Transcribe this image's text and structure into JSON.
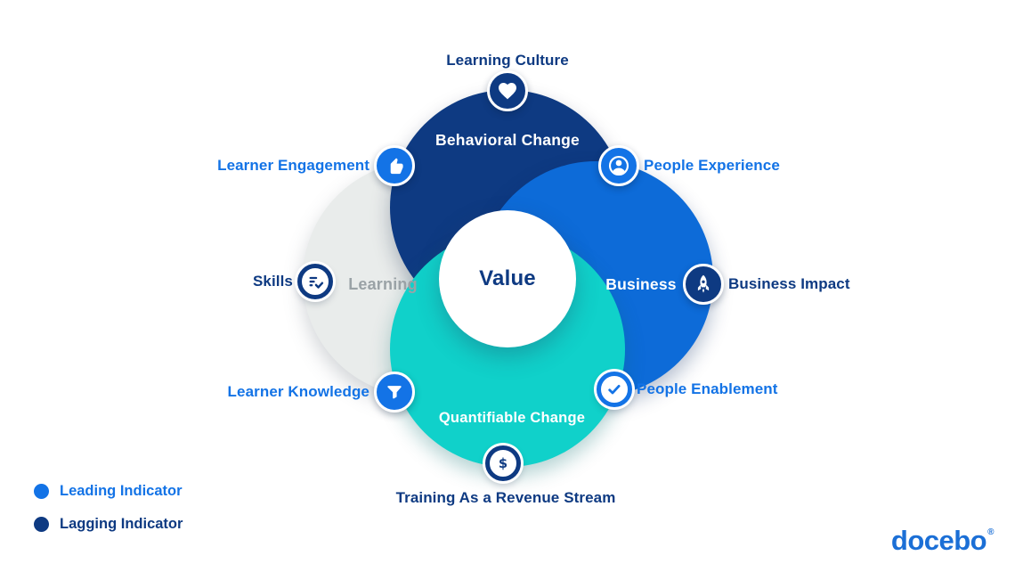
{
  "diagram": {
    "value_label": "Value",
    "petals": {
      "top": {
        "label": "Behavioral Change",
        "color": "#0e3a82"
      },
      "left": {
        "label": "Learning",
        "color": "#e9eceb"
      },
      "right": {
        "label": "Business",
        "color": "#0d6bd8"
      },
      "bottom": {
        "label": "Quantifiable Change",
        "color": "#10d1ca"
      }
    },
    "indicators": {
      "learning_culture": {
        "label": "Learning Culture",
        "icon": "heart-icon",
        "indicator_type": "lagging"
      },
      "learner_engagement": {
        "label": "Learner Engagement",
        "icon": "thumbs-up-icon",
        "indicator_type": "leading"
      },
      "people_experience": {
        "label": "People Experience",
        "icon": "person-icon",
        "indicator_type": "leading"
      },
      "skills": {
        "label": "Skills",
        "icon": "checklist-icon",
        "indicator_type": "lagging"
      },
      "business_impact": {
        "label": "Business Impact",
        "icon": "rocket-icon",
        "indicator_type": "lagging"
      },
      "learner_knowledge": {
        "label": "Learner Knowledge",
        "icon": "funnel-icon",
        "indicator_type": "leading"
      },
      "people_enablement": {
        "label": "People Enablement",
        "icon": "check-icon",
        "indicator_type": "leading"
      },
      "training_revenue": {
        "label": "Training As a Revenue Stream",
        "icon": "dollar-icon",
        "indicator_type": "lagging"
      }
    }
  },
  "legend": {
    "leading": {
      "label": "Leading Indicator",
      "color": "#1373e6"
    },
    "lagging": {
      "label": "Lagging Indicator",
      "color": "#0e3a82"
    }
  },
  "branding": {
    "logo_text": "docebo",
    "registered_mark": "®"
  },
  "colors": {
    "navy": "#0e3a82",
    "blue": "#0d6bd8",
    "label_blue": "#1373e6",
    "teal": "#10d1ca",
    "light_gray": "#e9eceb",
    "learning_text_gray": "#9aa2a6",
    "logo_blue": "#1b6fd6",
    "background": "#ffffff"
  }
}
